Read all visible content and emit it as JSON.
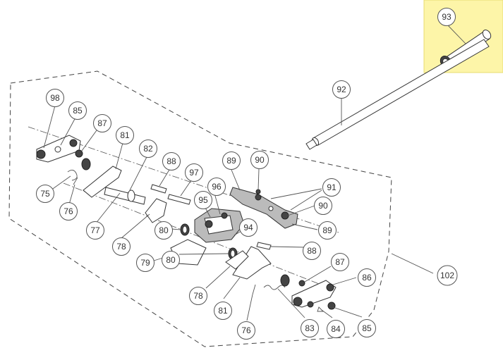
{
  "highlight_color": "#fdf5a8",
  "callouts": [
    {
      "id": "c93",
      "label": "93"
    },
    {
      "id": "c92",
      "label": "92"
    },
    {
      "id": "c98",
      "label": "98"
    },
    {
      "id": "c85a",
      "label": "85"
    },
    {
      "id": "c87a",
      "label": "87"
    },
    {
      "id": "c81a",
      "label": "81"
    },
    {
      "id": "c82",
      "label": "82"
    },
    {
      "id": "c88a",
      "label": "88"
    },
    {
      "id": "c97",
      "label": "97"
    },
    {
      "id": "c89a",
      "label": "89"
    },
    {
      "id": "c90a",
      "label": "90"
    },
    {
      "id": "c91",
      "label": "91"
    },
    {
      "id": "c90b",
      "label": "90"
    },
    {
      "id": "c75",
      "label": "75"
    },
    {
      "id": "c76a",
      "label": "76"
    },
    {
      "id": "c77",
      "label": "77"
    },
    {
      "id": "c95",
      "label": "95"
    },
    {
      "id": "c96",
      "label": "96"
    },
    {
      "id": "c80a",
      "label": "80"
    },
    {
      "id": "c78a",
      "label": "78"
    },
    {
      "id": "c94",
      "label": "94"
    },
    {
      "id": "c89b",
      "label": "89"
    },
    {
      "id": "c88b",
      "label": "88"
    },
    {
      "id": "c79",
      "label": "79"
    },
    {
      "id": "c80b",
      "label": "80"
    },
    {
      "id": "c102",
      "label": "102"
    },
    {
      "id": "c87b",
      "label": "87"
    },
    {
      "id": "c86",
      "label": "86"
    },
    {
      "id": "c78b",
      "label": "78"
    },
    {
      "id": "c81b",
      "label": "81"
    },
    {
      "id": "c76b",
      "label": "76"
    },
    {
      "id": "c83",
      "label": "83"
    },
    {
      "id": "c84",
      "label": "84"
    },
    {
      "id": "c85b",
      "label": "85"
    }
  ]
}
